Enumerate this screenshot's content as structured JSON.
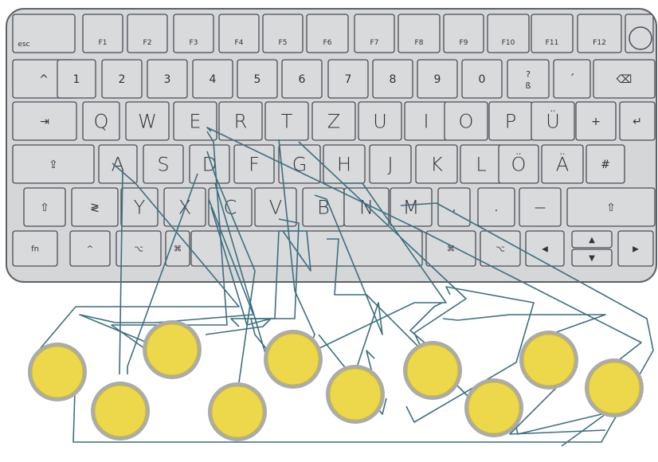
{
  "keyboard": {
    "rows": [
      [
        "esc",
        "F1",
        "F2",
        "F3",
        "F4",
        "F5",
        "F6",
        "F7",
        "F8",
        "F9",
        "F10",
        "F11",
        "F12",
        ""
      ],
      [
        "^",
        "1",
        "2",
        "3",
        "4",
        "5",
        "6",
        "7",
        "8",
        "9",
        "0",
        "?\nß",
        "´",
        "⌫"
      ],
      [
        "⇥",
        "Q",
        "W",
        "E",
        "R",
        "T",
        "Z",
        "U",
        "I",
        "O",
        "P",
        "Ü",
        "+",
        "↵"
      ],
      [
        "⇪",
        "A",
        "S",
        "D",
        "F",
        "G",
        "H",
        "J",
        "K",
        "L",
        "Ö",
        "Ä",
        "#"
      ],
      [
        "⇧",
        "≷",
        "Y",
        "X",
        "C",
        "V",
        "B",
        "N",
        "M",
        ",",
        ".",
        "—",
        "⇧"
      ],
      [
        "fn",
        "^",
        "⌥",
        "⌘",
        "",
        "⌘",
        "⌥",
        "◀",
        "▲",
        "▼",
        "▶"
      ]
    ]
  },
  "buttons_count_visible": 10,
  "connections": [
    {
      "key": "A",
      "button": 2
    },
    {
      "key": "S",
      "button": 1
    },
    {
      "key": "W",
      "button": 5
    },
    {
      "key": "E",
      "button": 10
    },
    {
      "key": "D",
      "button": 4
    },
    {
      "key": "T",
      "button": 8
    },
    {
      "key": "G",
      "button": 7
    },
    {
      "key": "C",
      "button": 3
    },
    {
      "key": "B",
      "button": 6
    },
    {
      "key": "M",
      "button": 9
    }
  ]
}
